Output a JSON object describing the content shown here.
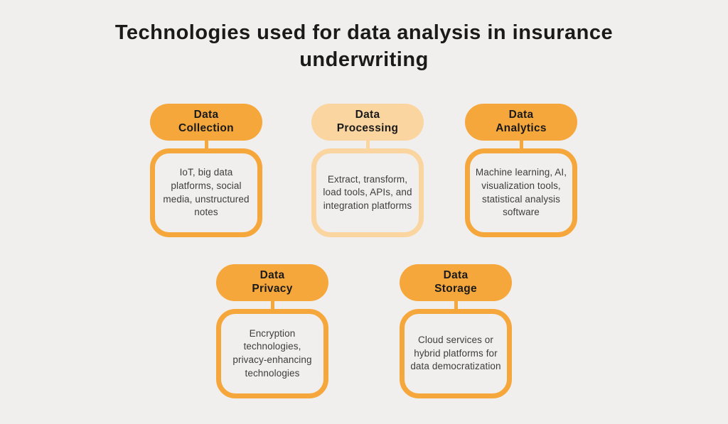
{
  "title": "Technologies used for data analysis in insurance\nunderwriting",
  "colors": {
    "background": "#F0EFED",
    "accent_orange": "#F6A73C",
    "accent_peach": "#FBD5A0",
    "title_text": "#1A1A1A",
    "body_text": "#3D3D3D"
  },
  "cards": [
    {
      "id": "data-collection",
      "label": "Data\nCollection",
      "body": "IoT, big data platforms, social media, unstructured notes",
      "variant": "orange"
    },
    {
      "id": "data-processing",
      "label": "Data\nProcessing",
      "body": "Extract, transform, load tools, APIs, and integration platforms",
      "variant": "peach"
    },
    {
      "id": "data-analytics",
      "label": "Data\nAnalytics",
      "body": "Machine learning, AI, visualization tools, statistical analysis software",
      "variant": "orange"
    },
    {
      "id": "data-privacy",
      "label": "Data\nPrivacy",
      "body": "Encryption technologies, privacy-enhancing technologies",
      "variant": "orange"
    },
    {
      "id": "data-storage",
      "label": "Data\nStorage",
      "body": "Cloud services or hybrid platforms for data democratization",
      "variant": "orange"
    }
  ]
}
